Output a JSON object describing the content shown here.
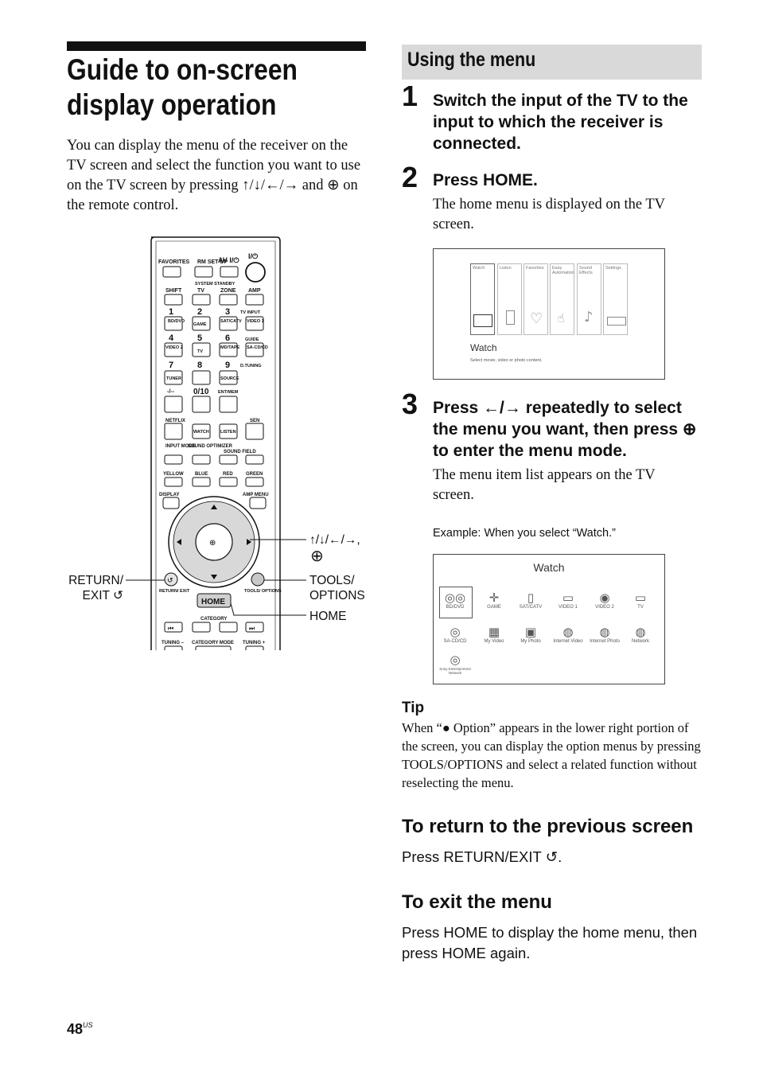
{
  "title": "Guide to on-screen display operation",
  "intro": "You can display the menu of the receiver on the TV screen and select the function you want to use on the TV screen by pressing ↑/↓/←/→ and ⊕ on the remote control.",
  "remote": {
    "buttons": [
      "FAVORITES",
      "RM SET UP",
      "AV I/⏻",
      "I/⏻",
      "SYSTEM STANDBY",
      "SHIFT",
      "TV",
      "ZONE",
      "AMP",
      "TV INPUT",
      "BD/DVD",
      "GAME",
      "SAT/CATV",
      "VIDEO 1",
      "VIDEO 2",
      "TV",
      "MD/TAPE",
      "SA-CD/CD",
      "GUIDE",
      "D.TUNING",
      "TUNER",
      "SOURCE",
      "-/--",
      "0/10",
      "ENT/MEM",
      "NETFLIX",
      "SEN",
      "WATCH",
      "LISTEN",
      "INPUT MODE",
      "SOUND OPTIMIZER",
      "SOUND FIELD",
      "YELLOW",
      "BLUE",
      "RED",
      "GREEN",
      "DISPLAY",
      "AMP MENU",
      "RETURN/ EXIT",
      "TOOLS/ OPTIONS",
      "HOME",
      "CATEGORY",
      "TUNING –",
      "CATEGORY MODE",
      "TUNING +"
    ],
    "digits": [
      "1",
      "2",
      "3",
      "4",
      "5",
      "6",
      "7",
      "8",
      "9"
    ],
    "callouts": {
      "arrows": "↑/↓/←/→,",
      "return": "RETURN/\nEXIT ↺",
      "tools": "TOOLS/\nOPTIONS",
      "home": "HOME"
    }
  },
  "section_title": "Using the menu",
  "steps": [
    {
      "num": "1",
      "heading": "Switch the input of the TV to the input to which the receiver is connected.",
      "body": ""
    },
    {
      "num": "2",
      "heading": "Press HOME.",
      "body": "The home menu is displayed on the TV screen."
    },
    {
      "num": "3",
      "heading": "Press ←/→ repeatedly to select the menu you want, then press ⊕ to enter the menu mode.",
      "body": "The menu item list appears on the TV screen."
    }
  ],
  "home_screen": {
    "tabs": [
      "Watch",
      "Listen",
      "Favorites",
      "Easy Automation",
      "Sound Effects",
      "Settings"
    ],
    "selected_label": "Watch",
    "description": "Select movie, video or photo content."
  },
  "example_caption": "Example: When you select “Watch.”",
  "watch_screen": {
    "title": "Watch",
    "items": [
      "BD/DVD",
      "GAME",
      "SAT/CATV",
      "VIDEO 1",
      "VIDEO 2",
      "TV",
      "SA-CD/CD",
      "My Video",
      "My Photo",
      "Internet Video",
      "Internet Photo",
      "Network",
      "Sony Entertainment Network"
    ]
  },
  "tip": {
    "heading": "Tip",
    "body": "When “● Option” appears in the lower right portion of the screen, you can display the option menus by pressing TOOLS/OPTIONS and select a related function without reselecting the menu."
  },
  "return_section": {
    "heading": "To return to the previous screen",
    "body": "Press RETURN/EXIT ↺."
  },
  "exit_section": {
    "heading": "To exit the menu",
    "body": "Press HOME to display the home menu, then press HOME again."
  },
  "page": {
    "number": "48",
    "suffix": "US"
  }
}
